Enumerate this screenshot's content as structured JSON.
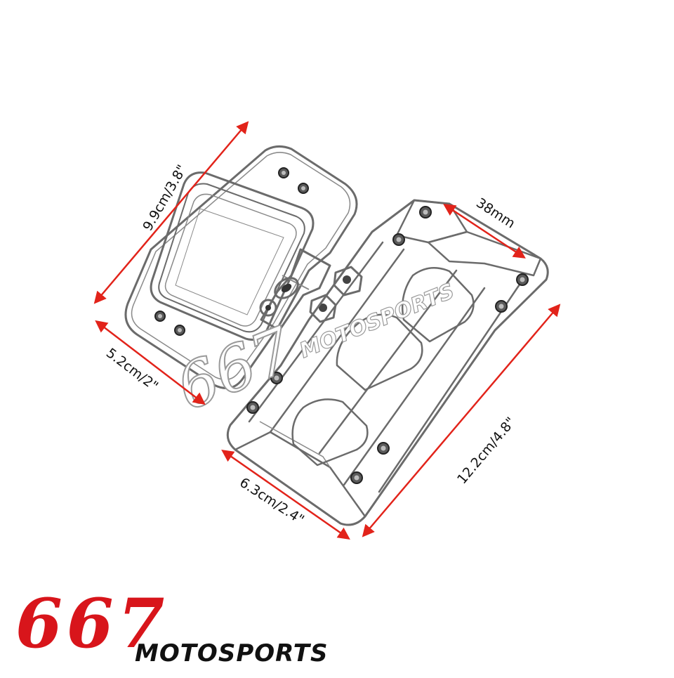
{
  "dimensions": {
    "height_left": "9.9cm/3.8\"",
    "width_left": "5.2cm/2\"",
    "bar_diameter": "38mm",
    "length_right": "12.2cm/4.8\"",
    "width_bottom": "6.3cm/2.4\""
  },
  "brand": {
    "number": "667",
    "name": "MOTOSPORTS"
  },
  "watermark": {
    "number": "667",
    "name": "MOTOSPORTS"
  },
  "colors": {
    "accent": "#e2231a",
    "brand_red": "#d8151b",
    "outline": "#6b6b6b"
  }
}
